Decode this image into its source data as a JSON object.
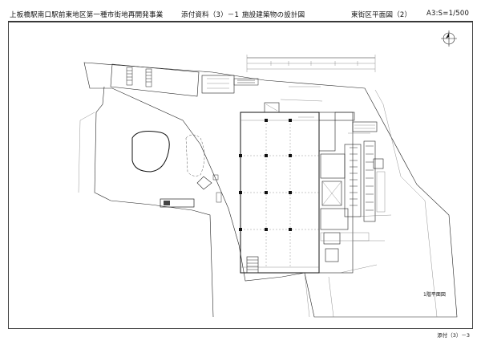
{
  "header": {
    "project": "上板橋駅南口駅前東地区第一種市街地再開発事業",
    "attachment": "添付資料（3）－1",
    "drawing_title": "施設建築物の設計図",
    "sheet_name": "東街区平面図（2）",
    "scale": "A3:S=1/500"
  },
  "plan": {
    "floor_label": "1階平面図"
  },
  "footer": {
    "page": "添付（3）－3"
  }
}
